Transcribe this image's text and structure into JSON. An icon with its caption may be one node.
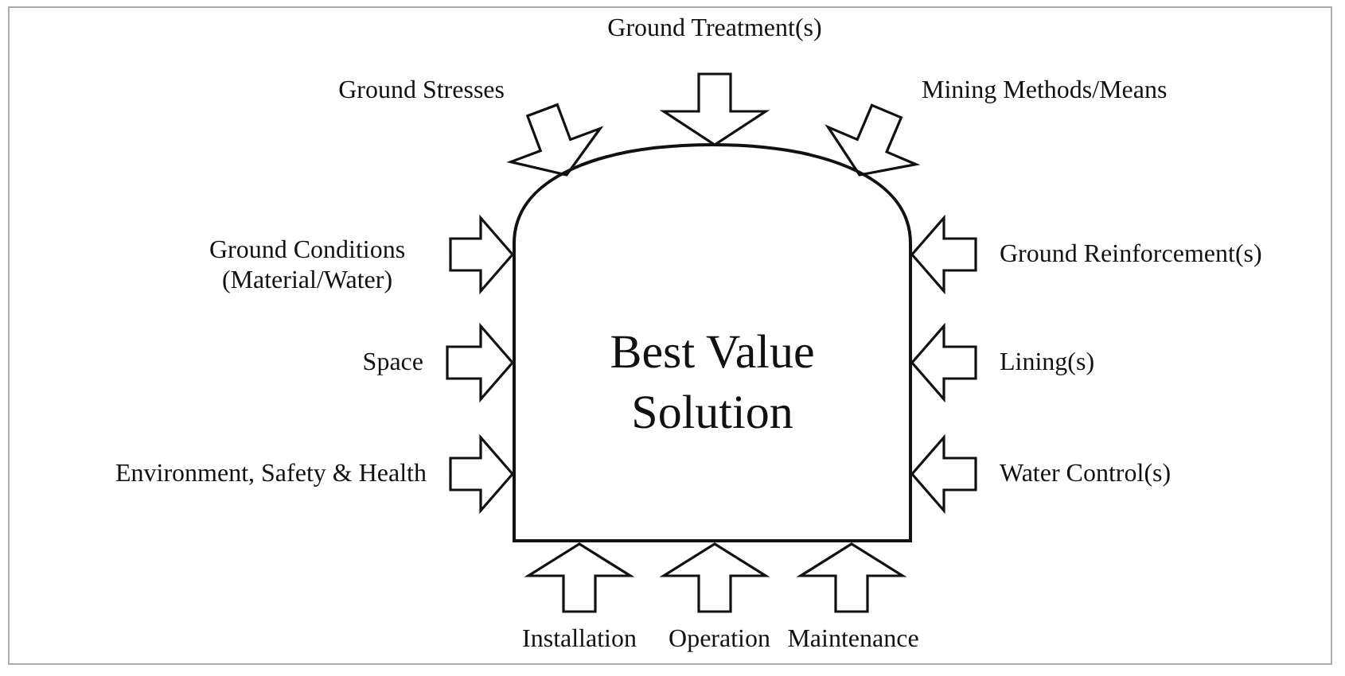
{
  "diagram": {
    "nodes": [
      {
        "text": [
          "Best Value Solution"
        ]
      },
      {
        "text": [
          "Ground Treatment(s)"
        ]
      },
      {
        "text": [
          "Ground Stresses"
        ]
      },
      {
        "text": [
          "Mining Methods/Means"
        ]
      },
      {
        "text": [
          "Ground Conditions (Material/Water)"
        ]
      },
      {
        "text": [
          "Ground Reinforcement(s)"
        ]
      },
      {
        "text": [
          "Space"
        ]
      },
      {
        "text": [
          "Lining(s)"
        ]
      },
      {
        "text": [
          "Environment, Safety & Health"
        ]
      },
      {
        "text": [
          "Water Control(s)"
        ]
      },
      {
        "text": [
          "Installation"
        ]
      },
      {
        "text": [
          "Operation"
        ]
      },
      {
        "text": [
          "Maintenance"
        ]
      }
    ],
    "edges": [
      {
        "from": 1,
        "to": 0,
        "arrow": "to"
      },
      {
        "from": 2,
        "to": 0,
        "arrow": "to"
      },
      {
        "from": 3,
        "to": 0,
        "arrow": "to"
      },
      {
        "from": 4,
        "to": 0,
        "arrow": "to"
      },
      {
        "from": 5,
        "to": 0,
        "arrow": "to"
      },
      {
        "from": 6,
        "to": 0,
        "arrow": "to"
      },
      {
        "from": 7,
        "to": 0,
        "arrow": "to"
      },
      {
        "from": 8,
        "to": 0,
        "arrow": "to"
      },
      {
        "from": 9,
        "to": 0,
        "arrow": "to"
      },
      {
        "from": 10,
        "to": 0,
        "arrow": "to"
      },
      {
        "from": 11,
        "to": 0,
        "arrow": "to"
      },
      {
        "from": 12,
        "to": 0,
        "arrow": "to"
      }
    ]
  }
}
